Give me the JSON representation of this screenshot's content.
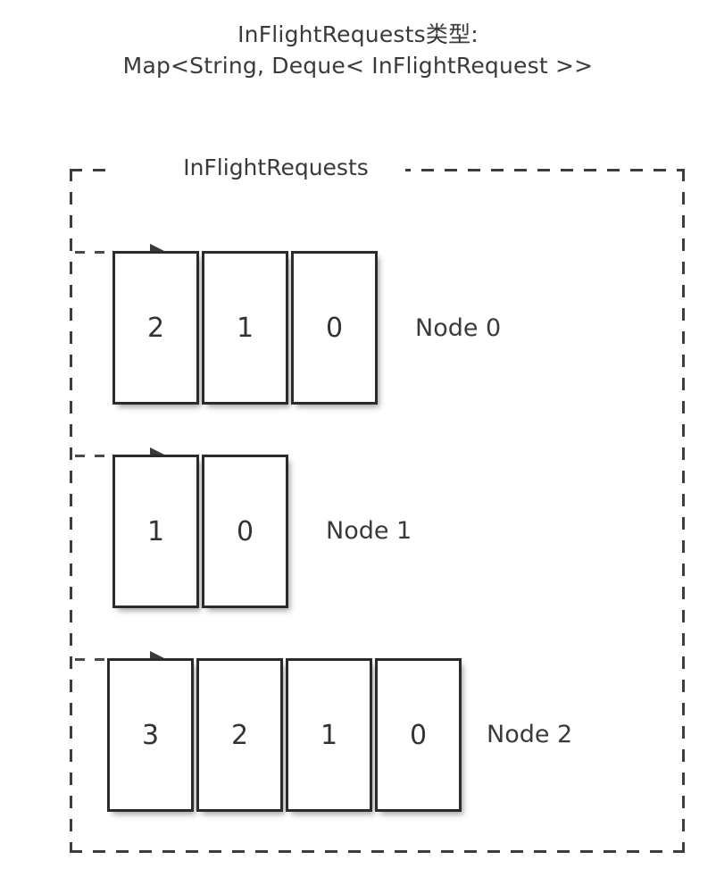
{
  "title": {
    "line1": "InFlightRequests类型:",
    "line2": "Map<String, Deque< InFlightRequest >>"
  },
  "container": {
    "label": "InFlightRequests"
  },
  "diagram": {
    "type": "deque-map-diagram",
    "rows": [
      {
        "node_label": "Node 0",
        "cells": [
          "2",
          "1",
          "0"
        ],
        "arrow": "dashed-arrow-right"
      },
      {
        "node_label": "Node 1",
        "cells": [
          "1",
          "0"
        ],
        "arrow": "dashed-arrow-right"
      },
      {
        "node_label": "Node 2",
        "cells": [
          "3",
          "2",
          "1",
          "0"
        ],
        "arrow": "dashed-arrow-right"
      }
    ]
  },
  "colors": {
    "background": "#ffffff",
    "text": "#3a3a3a",
    "box_border": "#2b2b2b",
    "dashed_border": "#3d3d3d"
  }
}
